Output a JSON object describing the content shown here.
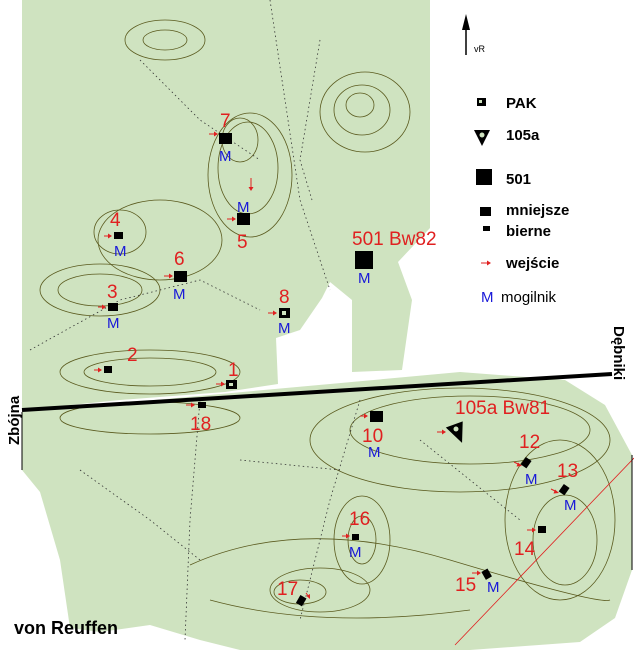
{
  "north": {
    "label": "vR"
  },
  "legend": {
    "pak": "PAK",
    "type105a": "105a",
    "type501": "501",
    "smaller": "mniejsze",
    "passive": "bierne",
    "entrance": "wejście",
    "burial": "mogilnik"
  },
  "burial_symbol": "M",
  "places": {
    "west": "Zbójna",
    "east": "Dębniki"
  },
  "author": "von Reuffen",
  "bunkers": {
    "b1": "1",
    "b2": "2",
    "b3": "3",
    "b4": "4",
    "b5": "5",
    "b6": "6",
    "b7": "7",
    "b8": "8",
    "b10": "10",
    "b12": "12",
    "b13": "13",
    "b14": "14",
    "b15": "15",
    "b16": "16",
    "b17": "17",
    "b18": "18",
    "b501": "501 Bw82",
    "b105a": "105a Bw81"
  },
  "colors": {
    "forest": "#cfe3c0",
    "labels": "#e02020",
    "burial": "#1818d8",
    "contour": "#5a5a1e"
  }
}
